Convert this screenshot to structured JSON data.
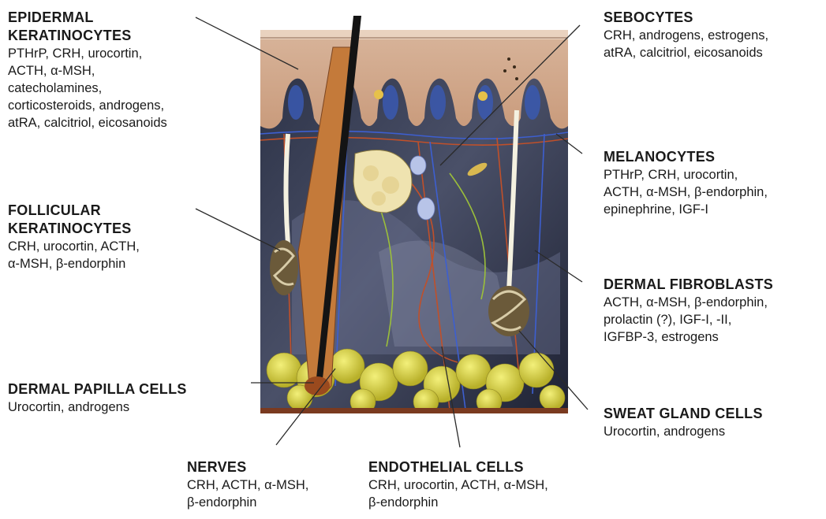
{
  "labels": {
    "epidermal": {
      "title": [
        "EPIDERMAL",
        "KERATINOCYTES"
      ],
      "lines": [
        "PTHrP, CRH, urocortin,",
        "ACTH, α-MSH,",
        "catecholamines,",
        "corticosteroids, androgens,",
        "atRA, calcitriol, eicosanoids"
      ]
    },
    "follicular": {
      "title": [
        "FOLLICULAR",
        "KERATINOCYTES"
      ],
      "lines": [
        "CRH, urocortin, ACTH,",
        "α-MSH, β-endorphin"
      ]
    },
    "papilla": {
      "title": [
        "DERMAL PAPILLA CELLS"
      ],
      "lines": [
        "Urocortin, androgens"
      ]
    },
    "nerves": {
      "title": [
        "NERVES"
      ],
      "lines": [
        "CRH, ACTH, α-MSH,",
        "β-endorphin"
      ]
    },
    "endothelial": {
      "title": [
        "ENDOTHELIAL CELLS"
      ],
      "lines": [
        "CRH, urocortin, ACTH, α-MSH,",
        "β-endorphin"
      ]
    },
    "sebocytes": {
      "title": [
        "SEBOCYTES"
      ],
      "lines": [
        "CRH, androgens, estrogens,",
        "atRA, calcitriol, eicosanoids"
      ]
    },
    "melanocytes": {
      "title": [
        "MELANOCYTES"
      ],
      "lines": [
        "PTHrP, CRH, urocortin,",
        "ACTH, α-MSH, β-endorphin,",
        "epinephrine, IGF-I"
      ]
    },
    "fibroblasts": {
      "title": [
        "DERMAL FIBROBLASTS"
      ],
      "lines": [
        "ACTH, α-MSH, β-endorphin,",
        "prolactin (?), IGF-I, -II,",
        "IGFBP-3, estrogens"
      ]
    },
    "sweat": {
      "title": [
        "SWEAT GLAND CELLS"
      ],
      "lines": [
        "Urocortin, androgens"
      ]
    }
  }
}
